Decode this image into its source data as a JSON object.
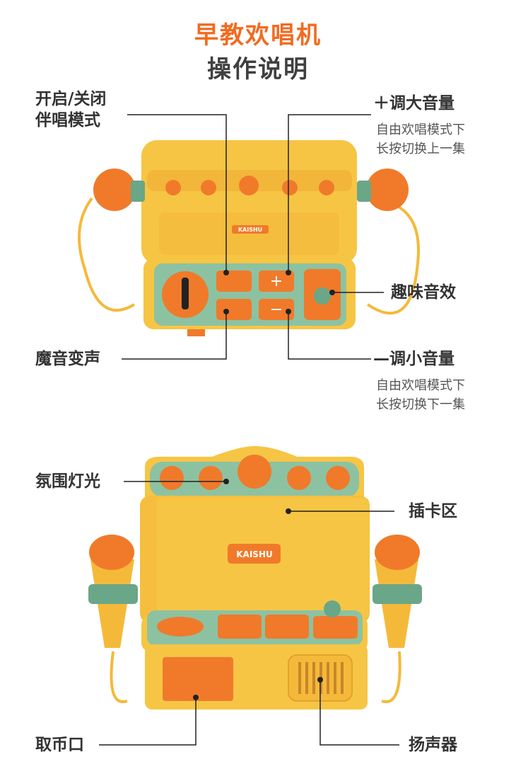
{
  "header": {
    "title": "早教欢唱机",
    "subtitle": "操作说明"
  },
  "front_view": {
    "labels": {
      "accompaniment_mode": [
        "开启/关闭",
        "伴唱模式"
      ],
      "volume_up": "＋调大音量",
      "volume_up_desc": [
        "自由欢唱模式下",
        "长按切换上一集"
      ],
      "fun_sound": "趣味音效",
      "voice_changer": "魔音变声",
      "volume_down": "—调小音量",
      "volume_down_desc": [
        "自由欢唱模式下",
        "长按切换下一集"
      ]
    },
    "brand": "KAISHU"
  },
  "back_view": {
    "labels": {
      "ambient_light": "氛围灯光",
      "card_slot": "插卡区",
      "coin_slot": "取币口",
      "speaker": "扬声器"
    },
    "brand": "KAISHU"
  },
  "colors": {
    "accent": "#f26b21",
    "body": "#f7c544",
    "panel": "#8cc2a2",
    "button": "#f07a2a"
  }
}
